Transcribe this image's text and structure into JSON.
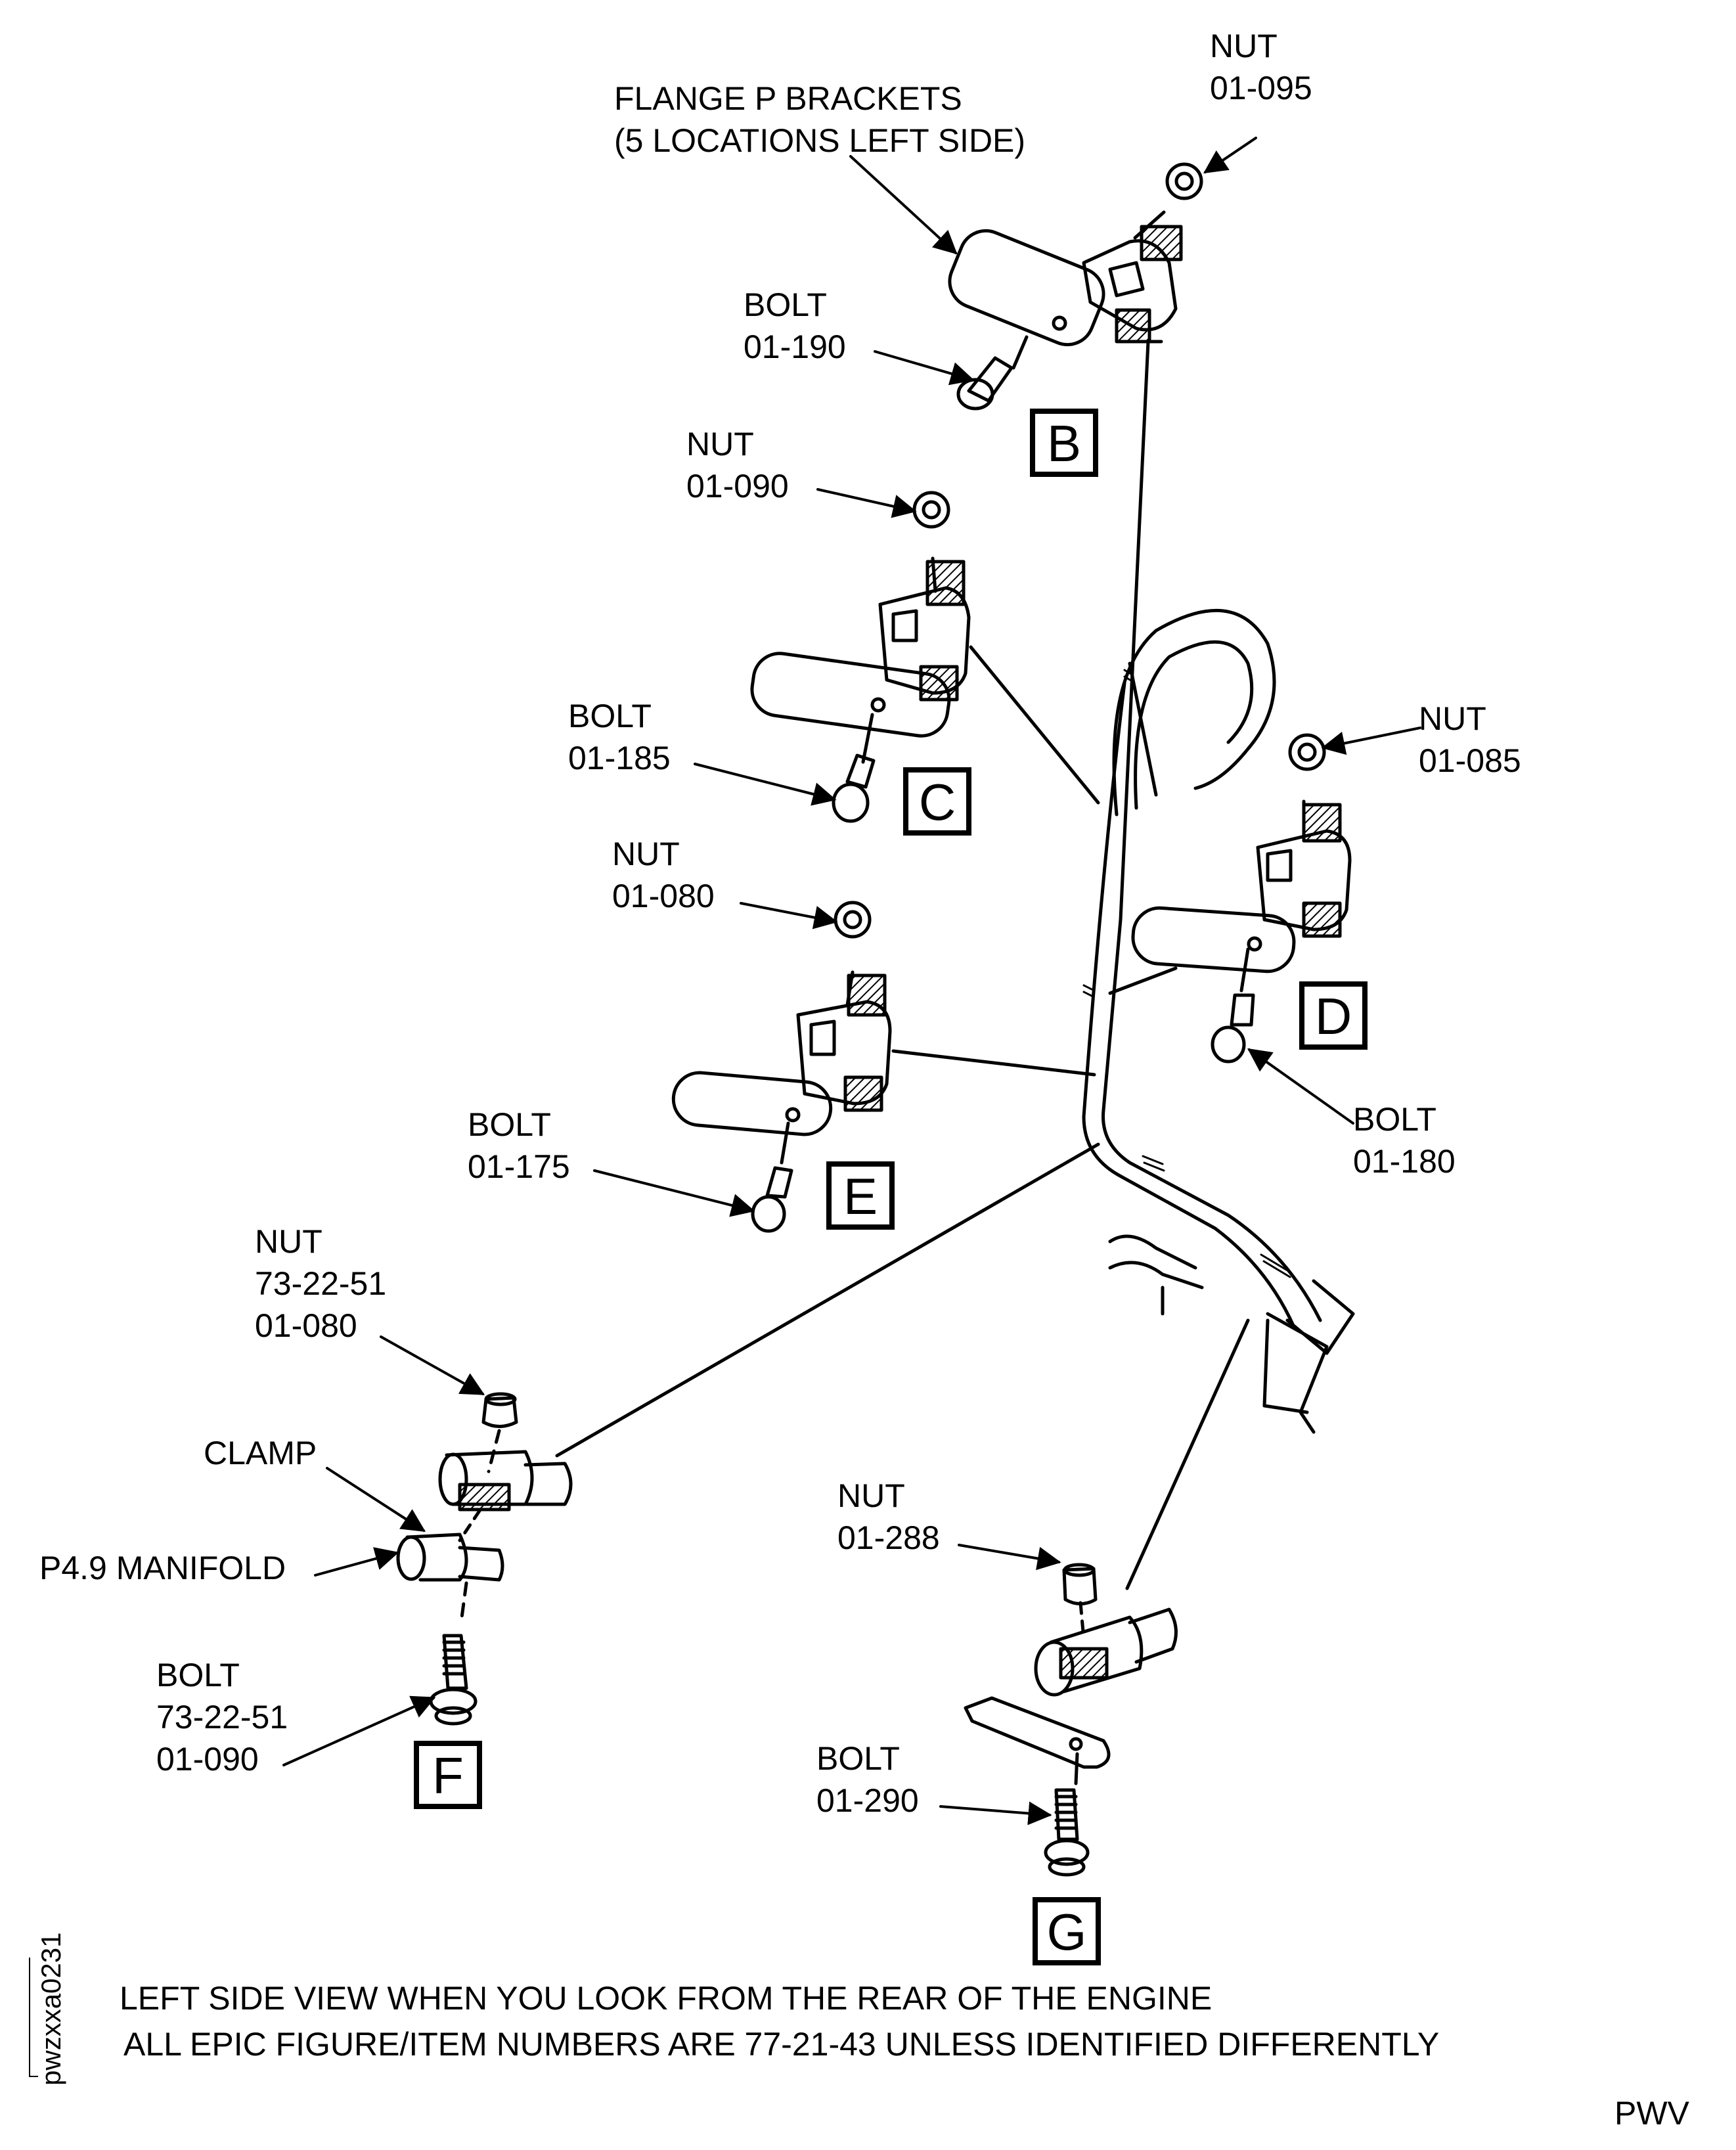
{
  "callouts": {
    "nut_b": {
      "title": "NUT",
      "num": "01-095"
    },
    "bolt_b": {
      "title": "BOLT",
      "num": "01-190"
    },
    "flange": {
      "line1": "FLANGE P BRACKETS",
      "line2": "(5 LOCATIONS LEFT SIDE)"
    },
    "nut_c": {
      "title": "NUT",
      "num": "01-090"
    },
    "bolt_c": {
      "title": "BOLT",
      "num": "01-185"
    },
    "nut_d": {
      "title": "NUT",
      "num": "01-085"
    },
    "bolt_d": {
      "title": "BOLT",
      "num": "01-180"
    },
    "nut_e": {
      "title": "NUT",
      "num": "01-080"
    },
    "bolt_e": {
      "title": "BOLT",
      "num": "01-175"
    },
    "nut_f": {
      "title": "NUT",
      "ref": "73-22-51",
      "num": "01-080"
    },
    "clamp": {
      "title": "CLAMP"
    },
    "manifold": {
      "title": "P4.9 MANIFOLD"
    },
    "bolt_f": {
      "title": "BOLT",
      "ref": "73-22-51",
      "num": "01-090"
    },
    "nut_g": {
      "title": "NUT",
      "num": "01-288"
    },
    "bolt_g": {
      "title": "BOLT",
      "num": "01-290"
    }
  },
  "detail_boxes": {
    "b": "B",
    "c": "C",
    "d": "D",
    "e": "E",
    "f": "F",
    "g": "G"
  },
  "notes": {
    "line1": "LEFT SIDE VIEW WHEN YOU LOOK FROM THE REAR OF THE ENGINE",
    "line2": "ALL EPIC FIGURE/ITEM NUMBERS ARE 77-21-43 UNLESS IDENTIFIED DIFFERENTLY"
  },
  "figure_id": "pwzxxa0231",
  "footer_code": "PWV"
}
